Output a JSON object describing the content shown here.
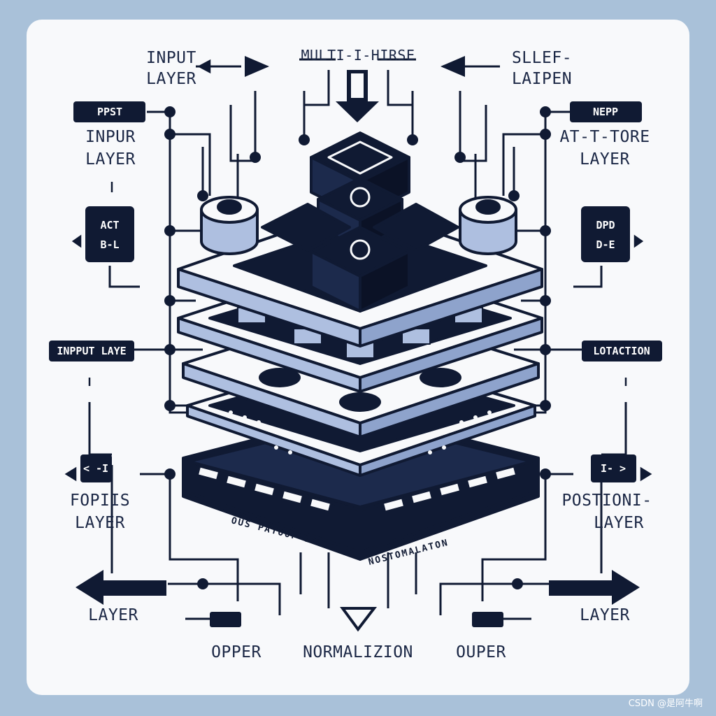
{
  "labels": {
    "top_left": [
      "INPUT",
      "LAYER"
    ],
    "top_center": "MULTI-I-HIRSE",
    "top_right": [
      "SLLEF-",
      "LAIPEN"
    ],
    "box_left_top": "PPST",
    "box_right_top": "NEPP",
    "left_mid_top": [
      "INPUR",
      "LAYER"
    ],
    "right_mid_top": [
      "AT-T-TORE",
      "LAYER"
    ],
    "box_left_act": [
      "ACT",
      "B-L"
    ],
    "box_right_dpd": [
      "DPD",
      "D-E"
    ],
    "box_left_input": "INPPUT LAYE",
    "box_right_location": "LOTACTION",
    "box_left_small": "< -I",
    "box_right_small": "I- >",
    "left_lower": [
      "FOPIIS",
      "LAYER"
    ],
    "right_lower": [
      "POSTIONI-",
      "LAYER"
    ],
    "arrow_left_label": "LAYER",
    "arrow_right_label": "LAYER",
    "bottom_left": "OPPER",
    "bottom_center": "NORMALIZION",
    "bottom_right": "OUPER",
    "band_left": "OUS PATOOP LN",
    "band_right": "NOSTOMALATON",
    "watermark": "CSDN @是阿牛啊"
  },
  "colors": {
    "ink": "#101a33",
    "accent_blue": "#aebfe0",
    "page_background": "#a9c1d9",
    "card": "#f8f9fb"
  }
}
